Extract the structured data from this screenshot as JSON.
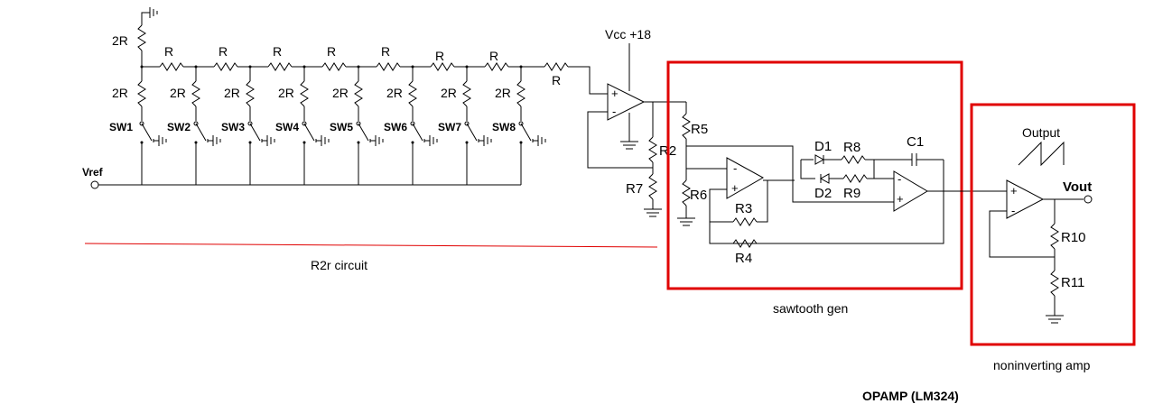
{
  "r2r": {
    "top_resistor": "2R",
    "series_resistor": "R",
    "shunt_resistor": "2R",
    "switches": [
      "SW1",
      "SW2",
      "SW3",
      "SW4",
      "SW5",
      "SW6",
      "SW7",
      "SW8"
    ],
    "vref": "Vref",
    "caption": "R2r circuit"
  },
  "buffer": {
    "supply": "Vcc +18",
    "plus": "+",
    "minus": "-",
    "r2": "R2",
    "r7": "R7"
  },
  "sawtooth": {
    "r5": "R5",
    "r6": "R6",
    "r3": "R3",
    "r4": "R4",
    "d1": "D1",
    "d2": "D2",
    "r8": "R8",
    "r9": "R9",
    "c1": "C1",
    "caption": "sawtooth gen"
  },
  "noninv": {
    "output_label": "Output",
    "vout": "Vout",
    "r10": "R10",
    "r11": "R11",
    "caption": "noninverting amp"
  },
  "footer": "OPAMP (LM324)"
}
